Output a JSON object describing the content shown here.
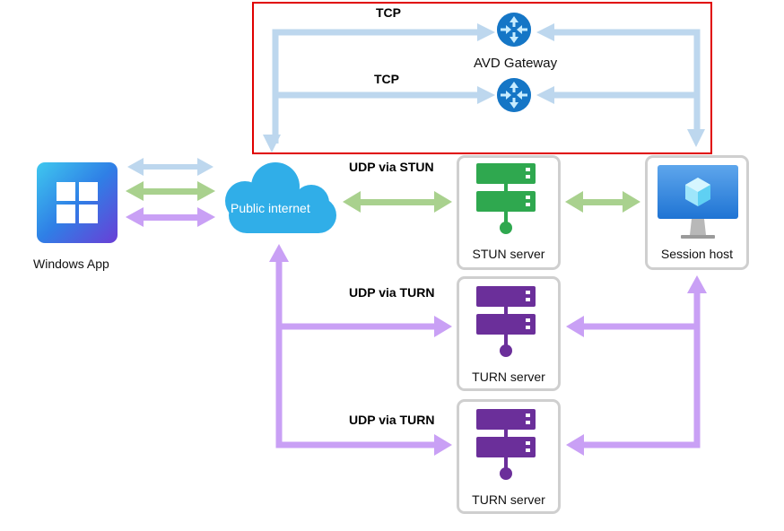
{
  "title": "AVD RDP Shortpath / transport connection diagram",
  "nodes": {
    "client": {
      "label": "Windows App",
      "icon": "windows-app-icon"
    },
    "internet": {
      "label": "Public internet",
      "icon": "cloud-icon"
    },
    "gateway": {
      "label": "AVD Gateway",
      "icon": "gateway-router-icon"
    },
    "stun": {
      "label": "STUN server",
      "icon": "server-icon"
    },
    "turn1": {
      "label": "TURN server",
      "icon": "server-icon"
    },
    "turn2": {
      "label": "TURN server",
      "icon": "server-icon"
    },
    "host": {
      "label": "Session host",
      "icon": "virtual-machine-icon"
    }
  },
  "connections": {
    "tcp1": {
      "label": "TCP",
      "color": "#bdd7ee"
    },
    "tcp2": {
      "label": "TCP",
      "color": "#bdd7ee"
    },
    "stun": {
      "label": "UDP via STUN",
      "color": "#a9d18e"
    },
    "turn1": {
      "label": "UDP via TURN",
      "color": "#c9a0f5"
    },
    "turn2": {
      "label": "UDP via TURN",
      "color": "#c9a0f5"
    }
  },
  "colors": {
    "highlight": "#e00000",
    "tcp": "#bdd7ee",
    "stun": "#a9d18e",
    "turn": "#c9a0f5",
    "stun_server": "#2fa84f",
    "turn_server": "#6b2f9a",
    "cloud": "#30aee8",
    "gateway": "#0f6cbd"
  }
}
